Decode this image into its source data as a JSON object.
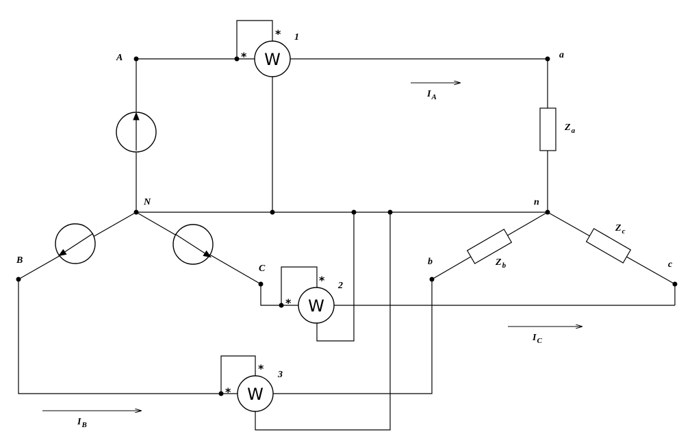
{
  "nodes": {
    "A": "A",
    "a": "a",
    "N": "N",
    "n": "n",
    "B": "B",
    "b": "b",
    "C": "C",
    "c": "c"
  },
  "wattmeters": {
    "w1": {
      "symbol": "W",
      "number": "1",
      "star": "*"
    },
    "w2": {
      "symbol": "W",
      "number": "2",
      "star": "*"
    },
    "w3": {
      "symbol": "W",
      "number": "3",
      "star": "*"
    }
  },
  "impedances": {
    "za": {
      "main": "Z",
      "sub": "a"
    },
    "zb": {
      "main": "Z",
      "sub": "b"
    },
    "zc": {
      "main": "Z",
      "sub": "c"
    }
  },
  "currents": {
    "ia": {
      "main": "I",
      "sub": "A"
    },
    "ib": {
      "main": "I",
      "sub": "B"
    },
    "ic": {
      "main": "I",
      "sub": "C"
    }
  }
}
